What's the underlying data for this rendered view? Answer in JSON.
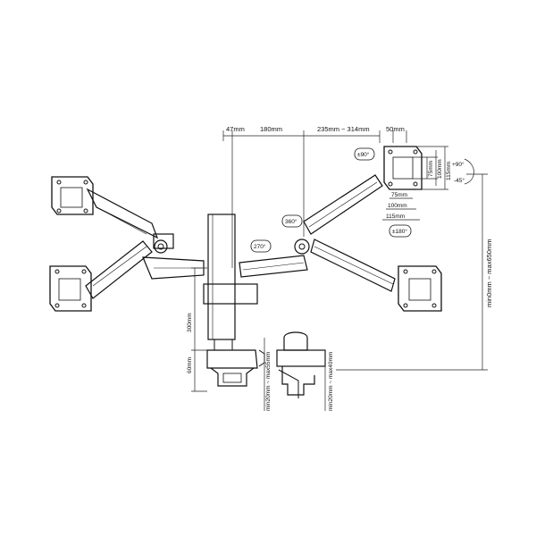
{
  "diagram": {
    "dimensions": {
      "top_47": "47mm",
      "top_180": "180mm",
      "top_reach": "235mm ~ 314mm",
      "top_50": "50mm",
      "vesa_75_v": "75mm",
      "vesa_100_v": "100mm",
      "vesa_115_v": "115mm",
      "vesa_75_h": "75mm",
      "vesa_100_h": "100mm",
      "vesa_115_h": "115mm",
      "pole_300": "300mm",
      "base_60": "60mm",
      "clamp_thickness_a": "min20mm ~ max55mm",
      "clamp_thickness_b": "min20mm ~ max40mm",
      "height_range": "min0mm ~ max650mm"
    },
    "angles": {
      "rot_360": "360°",
      "rot_270": "270°",
      "swivel_90": "±90°",
      "rotate_180": "±180°",
      "tilt_up": "+90°",
      "tilt_down": "-45°"
    }
  }
}
